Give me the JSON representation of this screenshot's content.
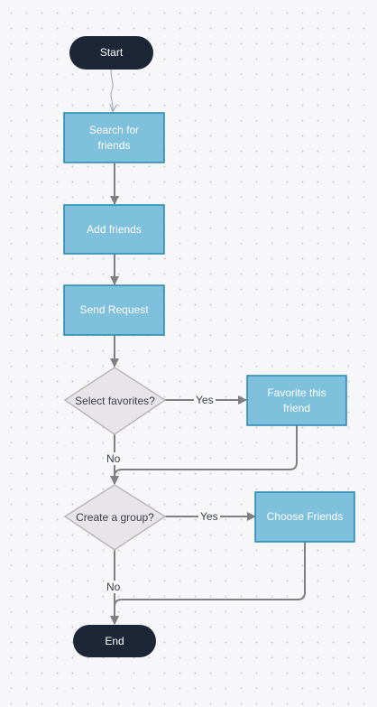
{
  "diagram": {
    "nodes": {
      "start": {
        "label": "Start"
      },
      "search": {
        "label": "Search for friends"
      },
      "add": {
        "label": "Add friends"
      },
      "send": {
        "label": "Send Request"
      },
      "select_favorites": {
        "label": "Select favorites?"
      },
      "favorite": {
        "label": "Favorite this friend"
      },
      "create_group": {
        "label": "Create a group?"
      },
      "choose": {
        "label": "Choose Friends"
      },
      "end": {
        "label": "End"
      }
    },
    "edges": {
      "favorites_yes": "Yes",
      "favorites_no": "No",
      "group_yes": "Yes",
      "group_no": "No"
    }
  },
  "colors": {
    "terminal_fill": "#1d2637",
    "process_fill": "#7fc0dc",
    "process_stroke": "#2487b0",
    "decision_fill": "#e8e5ea",
    "decision_stroke": "#b9b5bd",
    "connector": "#808080"
  }
}
